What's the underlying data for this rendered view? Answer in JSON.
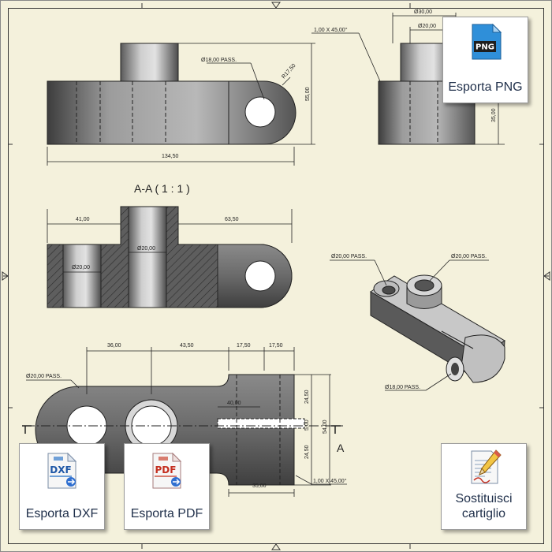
{
  "drawing": {
    "section_title": "A-A ( 1 : 1 )",
    "section_marker": "A",
    "dims": {
      "top_width": "134,50",
      "top_height": "55,00",
      "top_hole": "Ø18,00 PASS.",
      "top_radius": "R17,50",
      "chamfer_top": "1,00 X 45,00°",
      "side_d30": "Ø30,00",
      "side_d20": "Ø20,00",
      "side_h35": "35,00",
      "sec_41": "41,00",
      "sec_63": "63,50",
      "sec_d20_left": "Ø20,00",
      "sec_d20_mid": "Ø20,00",
      "iso_d20_left": "Ø20,00 PASS.",
      "iso_d20_right": "Ø20,00 PASS.",
      "iso_d18": "Ø18,00 PASS.",
      "plan_36": "36,00",
      "plan_43": "43,50",
      "plan_17a": "17,50",
      "plan_17b": "17,50",
      "plan_hole": "Ø20,00 PASS.",
      "plan_40": "40,00",
      "plan_24a": "24,50",
      "plan_5": "5,00",
      "plan_54": "54,00",
      "plan_24b": "24,50",
      "plan_35": "35,00",
      "chamfer_bottom": "1,00 X 45,00°"
    }
  },
  "buttons": {
    "png": {
      "label": "Esporta PNG",
      "icon_text": "PNG",
      "icon": "png-file-icon"
    },
    "dxf": {
      "label": "Esporta DXF",
      "icon_text": "DXF",
      "icon": "dxf-file-icon"
    },
    "pdf": {
      "label": "Esporta PDF",
      "icon_text": "PDF",
      "icon": "pdf-file-icon"
    },
    "title_block": {
      "label_line1": "Sostituisci",
      "label_line2": "cartiglio",
      "icon": "pencil-sheet-icon"
    }
  },
  "colors": {
    "sheet": "#f4f1dc",
    "part_dark": "#555555",
    "part_light": "#d2d2d2",
    "button_text": "#1f2f4a"
  }
}
